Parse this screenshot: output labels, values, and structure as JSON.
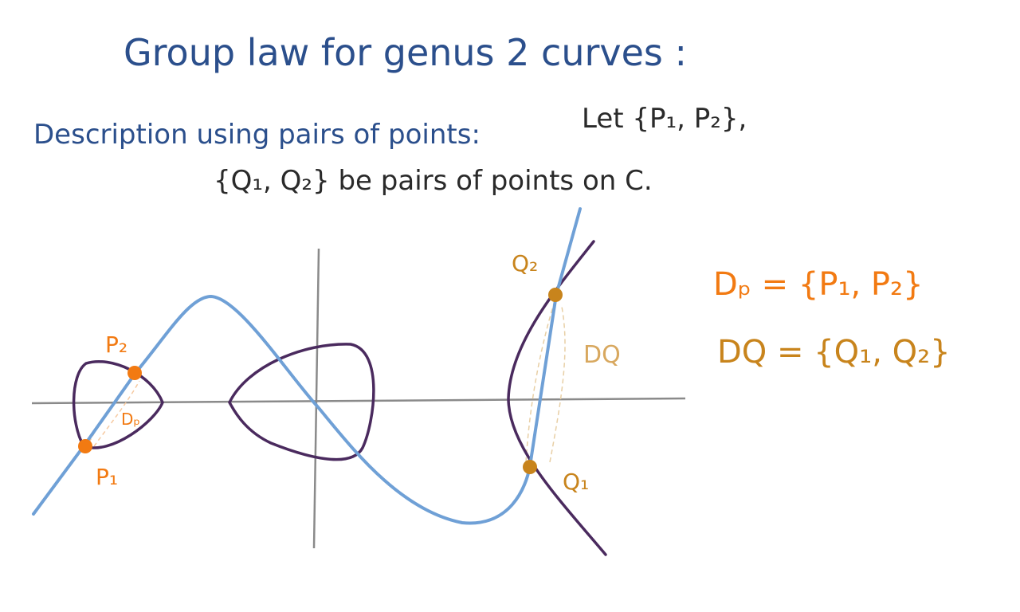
{
  "title": "Group law for genus 2 curves :",
  "description": {
    "lead": "Description using pairs of points:",
    "let": "Let {P₁, P₂},",
    "line2": "{Q₁, Q₂} be pairs of points on C."
  },
  "labels": {
    "p1": "P₁",
    "p2": "P₂",
    "q1": "Q₁",
    "q2": "Q₂",
    "dp_small": "Dₚ",
    "dq_small": "DQ"
  },
  "definitions": {
    "dp": "Dₚ = {P₁, P₂}",
    "dq": "DQ = {Q₁, Q₂}"
  },
  "colors": {
    "title": "#2b4f8c",
    "text": "#2a2a2a",
    "curve": "#4a2a5e",
    "line": "#6fa0d6",
    "axes": "#8a8a8a",
    "p_points": "#f27a12",
    "q_points": "#c8841c"
  }
}
